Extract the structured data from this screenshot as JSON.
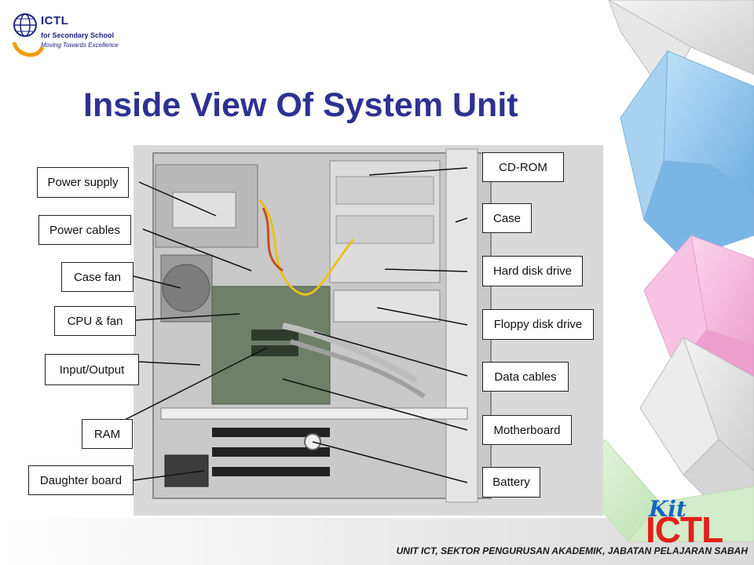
{
  "logo": {
    "brand": "ICTL",
    "subtitle": "for Secondary School",
    "tagline": "Moving Towards Excellence"
  },
  "title": "Inside View Of System Unit",
  "diagram": {
    "labels_left": [
      "Power supply",
      "Power cables",
      "Case fan",
      "CPU & fan",
      "Input/Output",
      "RAM",
      "Daughter board"
    ],
    "labels_right": [
      "CD-ROM",
      "Case",
      "Hard disk drive",
      "Floppy disk drive",
      "Data cables",
      "Motherboard",
      "Battery"
    ]
  },
  "kit_logo": {
    "word": "Kit",
    "brand": "ICTL"
  },
  "footer": "UNIT ICT, SEKTOR PENGURUSAN AKADEMIK, JABATAN PELAJARAN SABAH",
  "colors": {
    "title": "#2e3192",
    "cube_blue": "#8ec3ea",
    "cube_pink": "#f3b6dc",
    "kit_red": "#e3201b",
    "kit_blue": "#1565c0"
  }
}
